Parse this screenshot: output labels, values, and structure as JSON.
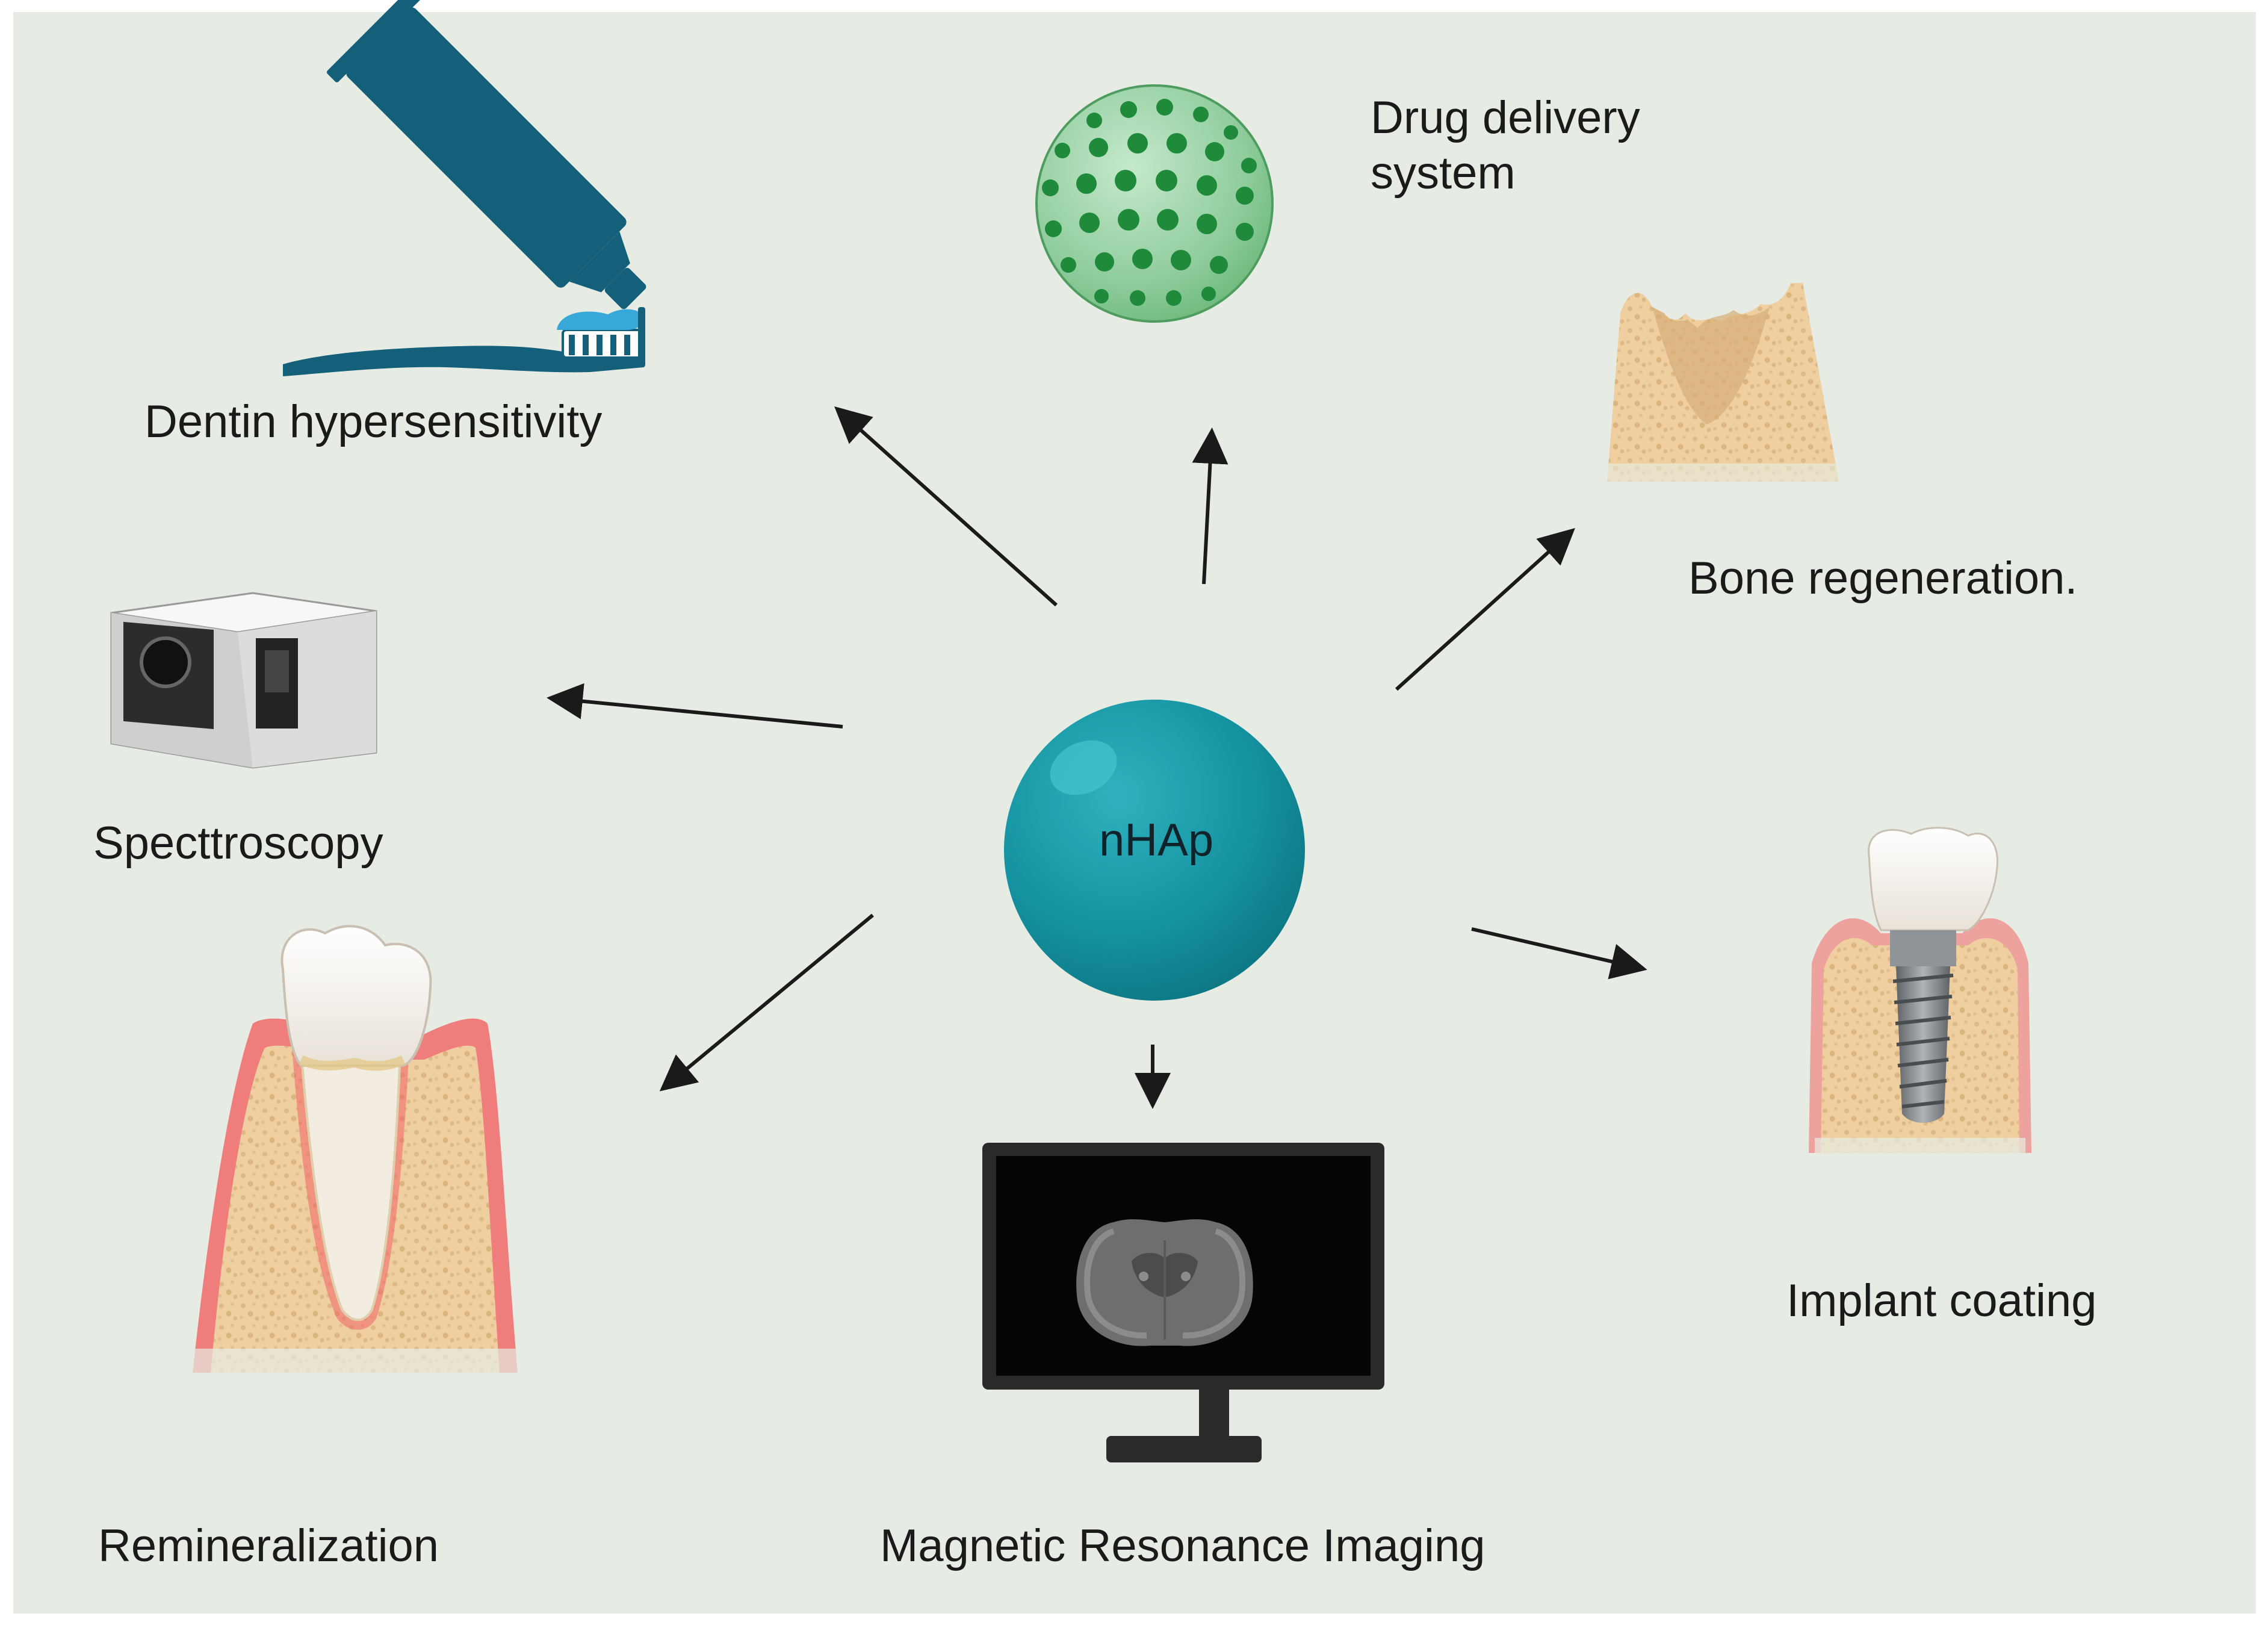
{
  "diagram": {
    "center": {
      "label": "nHAp"
    },
    "applications": {
      "dentin": {
        "label": "Dentin hypersensitivity",
        "icon": "toothpaste-toothbrush-icon"
      },
      "drug": {
        "label_line1": "Drug delivery",
        "label_line2": "system",
        "icon": "nanoparticle-sphere-icon"
      },
      "bone": {
        "label": "Bone regeneration.",
        "icon": "bone-defect-icon"
      },
      "spectro": {
        "label": "Specttroscopy",
        "icon": "spectrometer-icon"
      },
      "implant": {
        "label": "Implant coating",
        "icon": "dental-implant-icon"
      },
      "remin": {
        "label": "Remineralization",
        "icon": "tooth-icon"
      },
      "mri": {
        "label": "Magnetic Resonance Imaging",
        "icon": "mri-monitor-icon"
      }
    }
  },
  "colors": {
    "background": "#e6ece4",
    "center_sphere": "#1592a0",
    "toothpaste": "#14607a",
    "toothpaste_gel": "#38a8d8",
    "drug_sphere": "#8fcc9c",
    "drug_dots": "#1e8a3a",
    "bone": "#efcfa0",
    "gum": "#f07070",
    "arrow": "#1a1a1a"
  }
}
